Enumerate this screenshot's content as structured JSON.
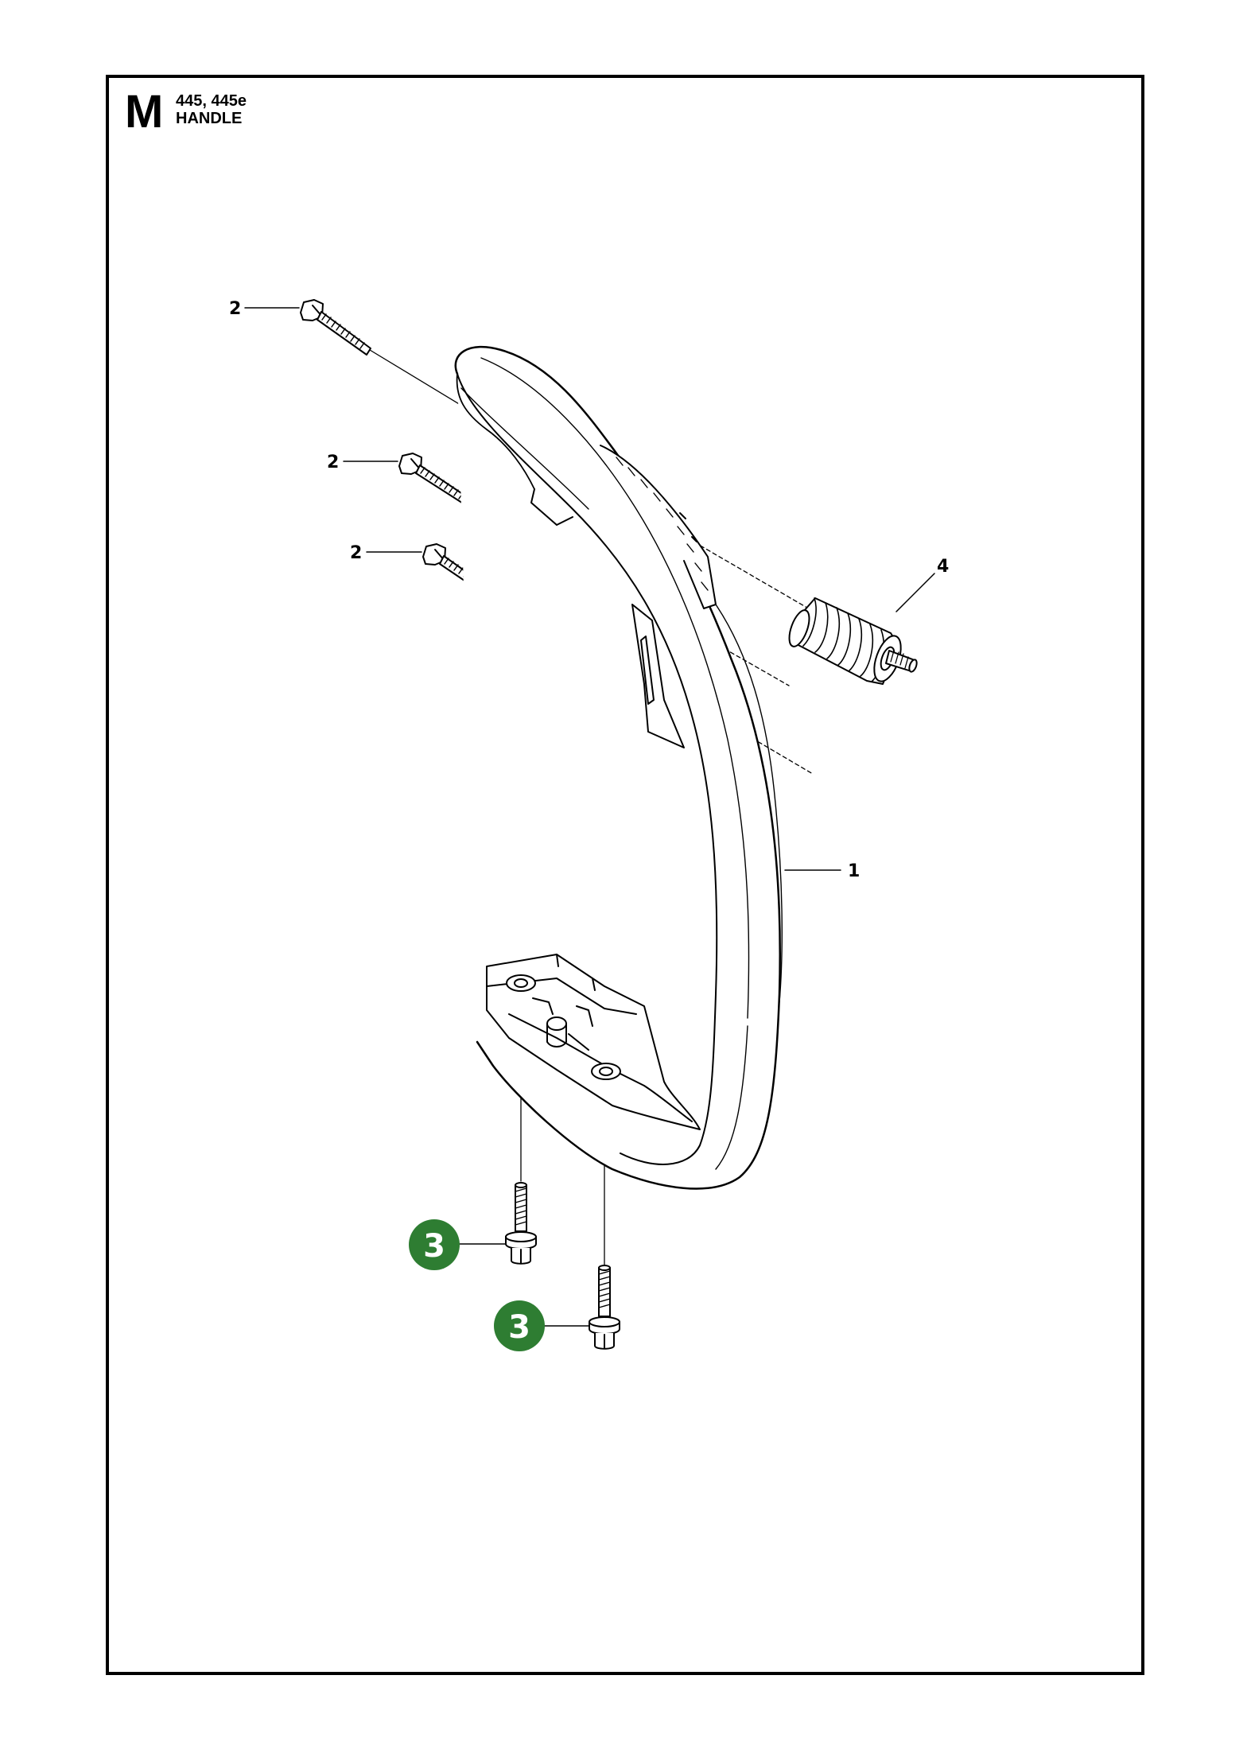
{
  "header": {
    "section_letter": "M",
    "models": "445, 445e",
    "title": "HANDLE"
  },
  "callouts": {
    "screw_top": "2",
    "screw_middle": "2",
    "screw_lower": "2",
    "damper": "4",
    "handle": "1",
    "bolt_left": "3",
    "bolt_right": "3"
  },
  "colors": {
    "frame": "#000000",
    "line": "#000000",
    "highlight_badge": "#2e7d32",
    "badge_text": "#ffffff"
  }
}
